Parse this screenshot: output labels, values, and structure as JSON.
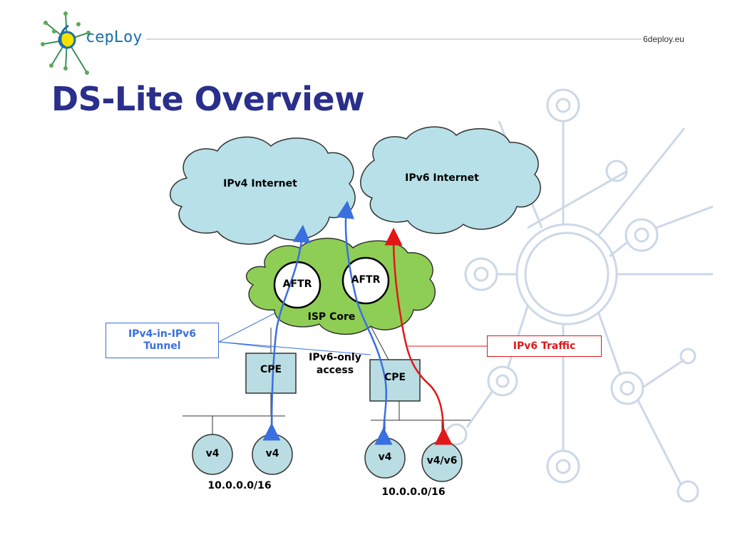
{
  "header": {
    "logo_text": "cepLoy",
    "site": "6deploy.eu"
  },
  "title": "DS-Lite Overview",
  "diagram": {
    "ipv4_internet": "IPv4 Internet",
    "ipv6_internet": "IPv6 Internet",
    "isp_core": "ISP Core",
    "aftr_left": "AFTR",
    "aftr_right": "AFTR",
    "cpe_left": "CPE",
    "cpe_right": "CPE",
    "ipv6_only_access": [
      "IPv6-only",
      "access"
    ],
    "tunnel_label": [
      "IPv4-in-IPv6",
      "Tunnel"
    ],
    "ipv6_traffic_label": "IPv6 Traffic",
    "hosts_left": [
      "v4",
      "v4"
    ],
    "hosts_right": [
      "v4",
      "v4/v6"
    ],
    "subnet_left": "10.0.0.0/16",
    "subnet_right": "10.0.0.0/16"
  },
  "colors": {
    "title": "#2a2f8c",
    "cloud_blue": "#b7e0e8",
    "cloud_green": "#8fce55",
    "node_fill": "#b9dde2",
    "tunnel_blue": "#3a6fe0",
    "ipv6_red": "#e01818",
    "watermark": "#c9d6e6"
  }
}
